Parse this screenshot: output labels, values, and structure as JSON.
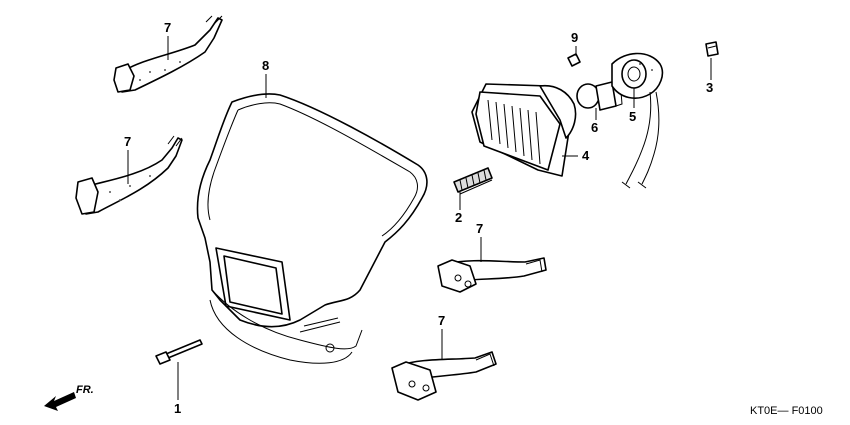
{
  "diagram": {
    "callouts": {
      "c1": "1",
      "c2": "2",
      "c3": "3",
      "c4": "4",
      "c5": "5",
      "c6": "6",
      "c7a": "7",
      "c7b": "7",
      "c7c": "7",
      "c7d": "7",
      "c8": "8",
      "c9": "9"
    },
    "direction_label": "FR.",
    "diagram_code": "KT0E— F0100"
  }
}
